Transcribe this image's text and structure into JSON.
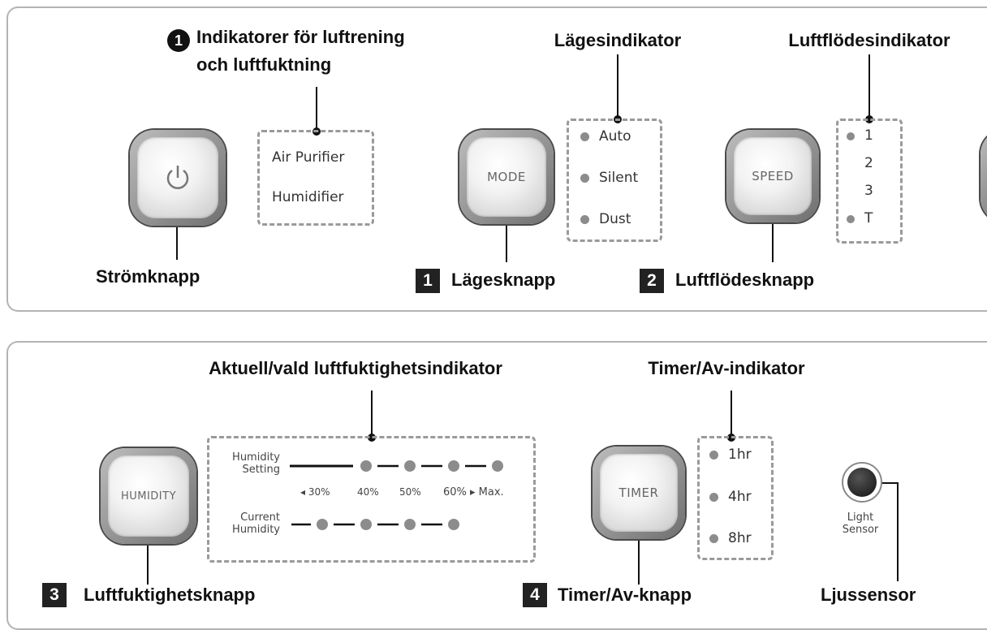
{
  "top_panel": {
    "power_button": {
      "icon": "power-icon",
      "label": "Strömknapp"
    },
    "indicator_group": {
      "badge": "1",
      "label_line1": "Indikatorer för luftrening",
      "label_line2": "och luftfuktning",
      "items": [
        "Air Purifier",
        "Humidifier"
      ]
    },
    "mode_button": {
      "text": "MODE",
      "badge": "1",
      "label": "Lägesknapp"
    },
    "mode_indicator": {
      "label": "Lägesindikator",
      "items": [
        "Auto",
        "Silent",
        "Dust"
      ]
    },
    "speed_button": {
      "text": "SPEED",
      "badge": "2",
      "label": "Luftflödesknapp"
    },
    "speed_indicator": {
      "label": "Luftflödesindikator",
      "items": [
        "1",
        "2",
        "3",
        "T"
      ]
    }
  },
  "bottom_panel": {
    "humidity_button": {
      "text": "HUMIDITY",
      "badge": "3",
      "label": "Luftfuktighetsknapp"
    },
    "humidity_indicator": {
      "label": "Aktuell/vald luftfuktighetsindikator",
      "setting_label_line1": "Humidity",
      "setting_label_line2": "Setting",
      "current_label_line1": "Current",
      "current_label_line2": "Humidity",
      "scale": [
        "◂ 30%",
        "40%",
        "50%",
        "60% ▸ Max."
      ]
    },
    "timer_button": {
      "text": "TIMER",
      "badge": "4",
      "label": "Timer/Av-knapp"
    },
    "timer_indicator": {
      "label": "Timer/Av-indikator",
      "items": [
        "1hr",
        "4hr",
        "8hr"
      ]
    },
    "light_sensor": {
      "text_line1": "Light",
      "text_line2": "Sensor",
      "label": "Ljussensor"
    }
  }
}
